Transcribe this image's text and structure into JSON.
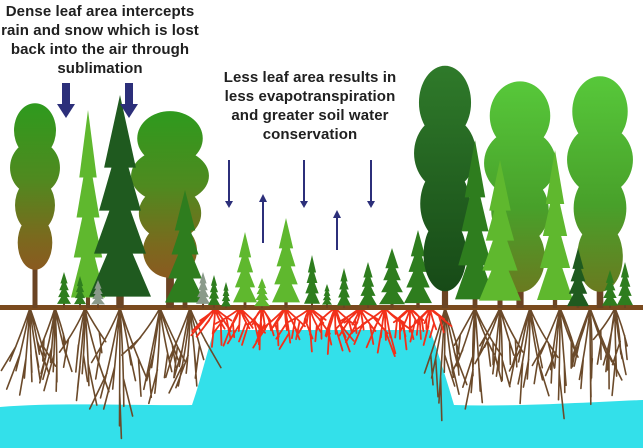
{
  "captions": {
    "left": [
      "Dense leaf area intercepts",
      "rain and snow which is lost",
      "back into the air through",
      "sublimation"
    ],
    "right": [
      "Less leaf area results in",
      "less evapotranspiration",
      "and greater soil water",
      "conservation"
    ]
  },
  "colors": {
    "background": "#ffffff",
    "soil_water": "#33e0ea",
    "ground_line": "#7a4a1e",
    "trunk": "#6b4423",
    "root": "#6b4a2a",
    "thinned_root": "#f2301a",
    "arrow": "#2c2f7a",
    "tree_dark": "#1f5a1f",
    "tree_mid": "#2e7d1e",
    "tree_light": "#5fb82e",
    "text": "#202020"
  },
  "icons": [
    "down-arrow-icon",
    "up-arrow-icon",
    "conifer-tree-icon",
    "broadleaf-tree-icon",
    "root-system-icon"
  ]
}
